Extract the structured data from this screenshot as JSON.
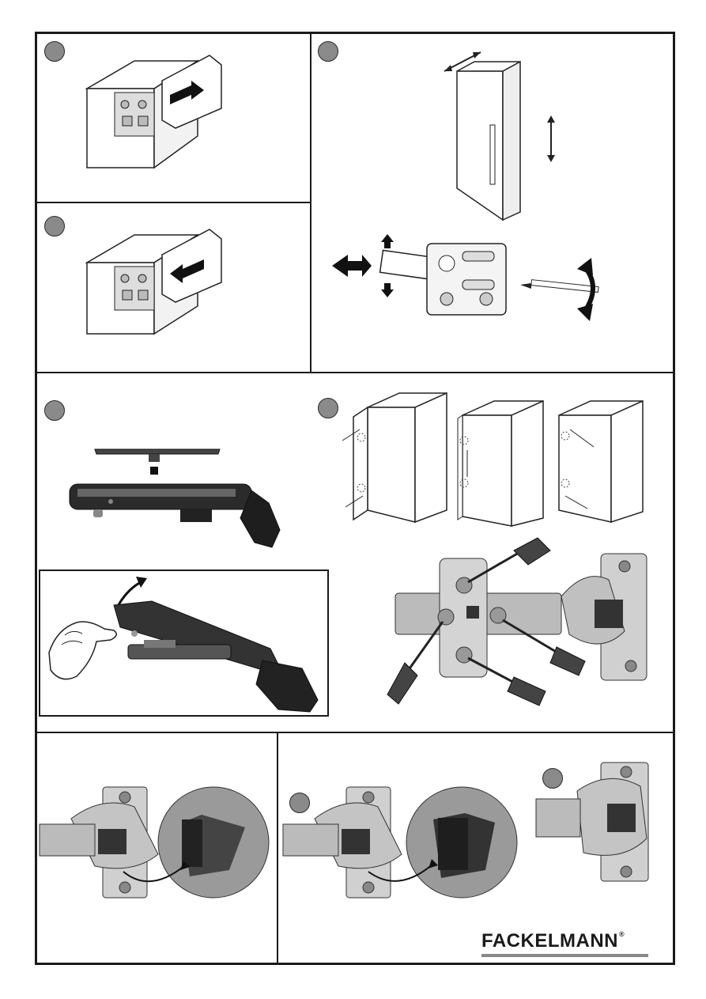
{
  "brand": {
    "name": "FACKELMANN",
    "registered_mark": "®"
  },
  "colors": {
    "frame": "#1a1a1a",
    "badge": "#8a8a8a",
    "brand_bar": "#888888"
  },
  "panels": [
    {
      "id": "clip-on",
      "icon": "hinge-clip-on-icon"
    },
    {
      "id": "clip-off",
      "icon": "hinge-clip-off-icon"
    },
    {
      "id": "adjust",
      "icon": "cabinet-adjust-icon"
    },
    {
      "id": "cover-cap",
      "icon": "cover-cap-removal-icon"
    },
    {
      "id": "screw-positions",
      "icon": "door-adjustment-icon"
    },
    {
      "id": "soft-close-off",
      "icon": "soft-close-off-icon"
    },
    {
      "id": "soft-close-on",
      "icon": "soft-close-on-icon"
    }
  ]
}
